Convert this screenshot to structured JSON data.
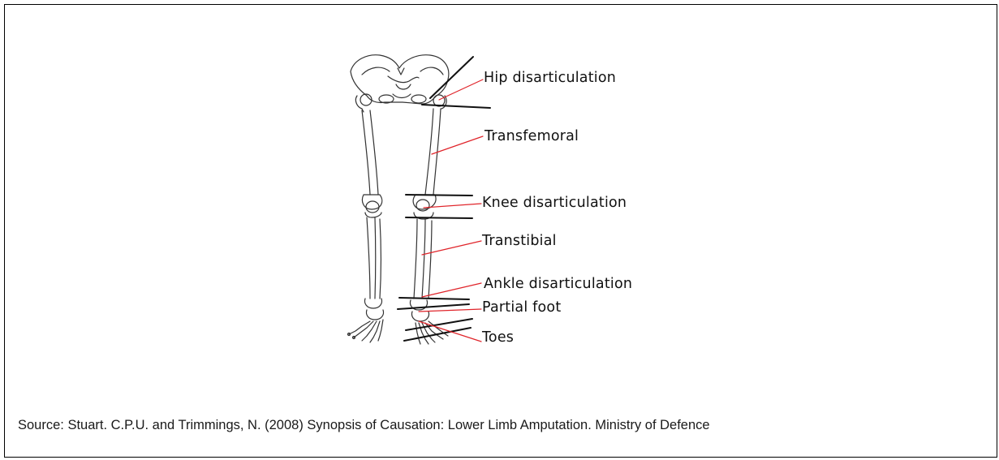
{
  "figure": {
    "labels": {
      "hip": "Hip disarticulation",
      "transfemoral": "Transfemoral",
      "knee": "Knee disarticulation",
      "transtibial": "Transtibial",
      "ankle": "Ankle disarticulation",
      "partial_foot": "Partial foot",
      "toes": "Toes"
    },
    "colors": {
      "leader_line": "#e0242a",
      "cut_line": "#111111",
      "bone_outline": "#333333"
    }
  },
  "caption": {
    "text": "Source: Stuart. C.P.U. and Trimmings, N. (2008) Synopsis of Causation: Lower Limb Amputation. Ministry of Defence"
  }
}
